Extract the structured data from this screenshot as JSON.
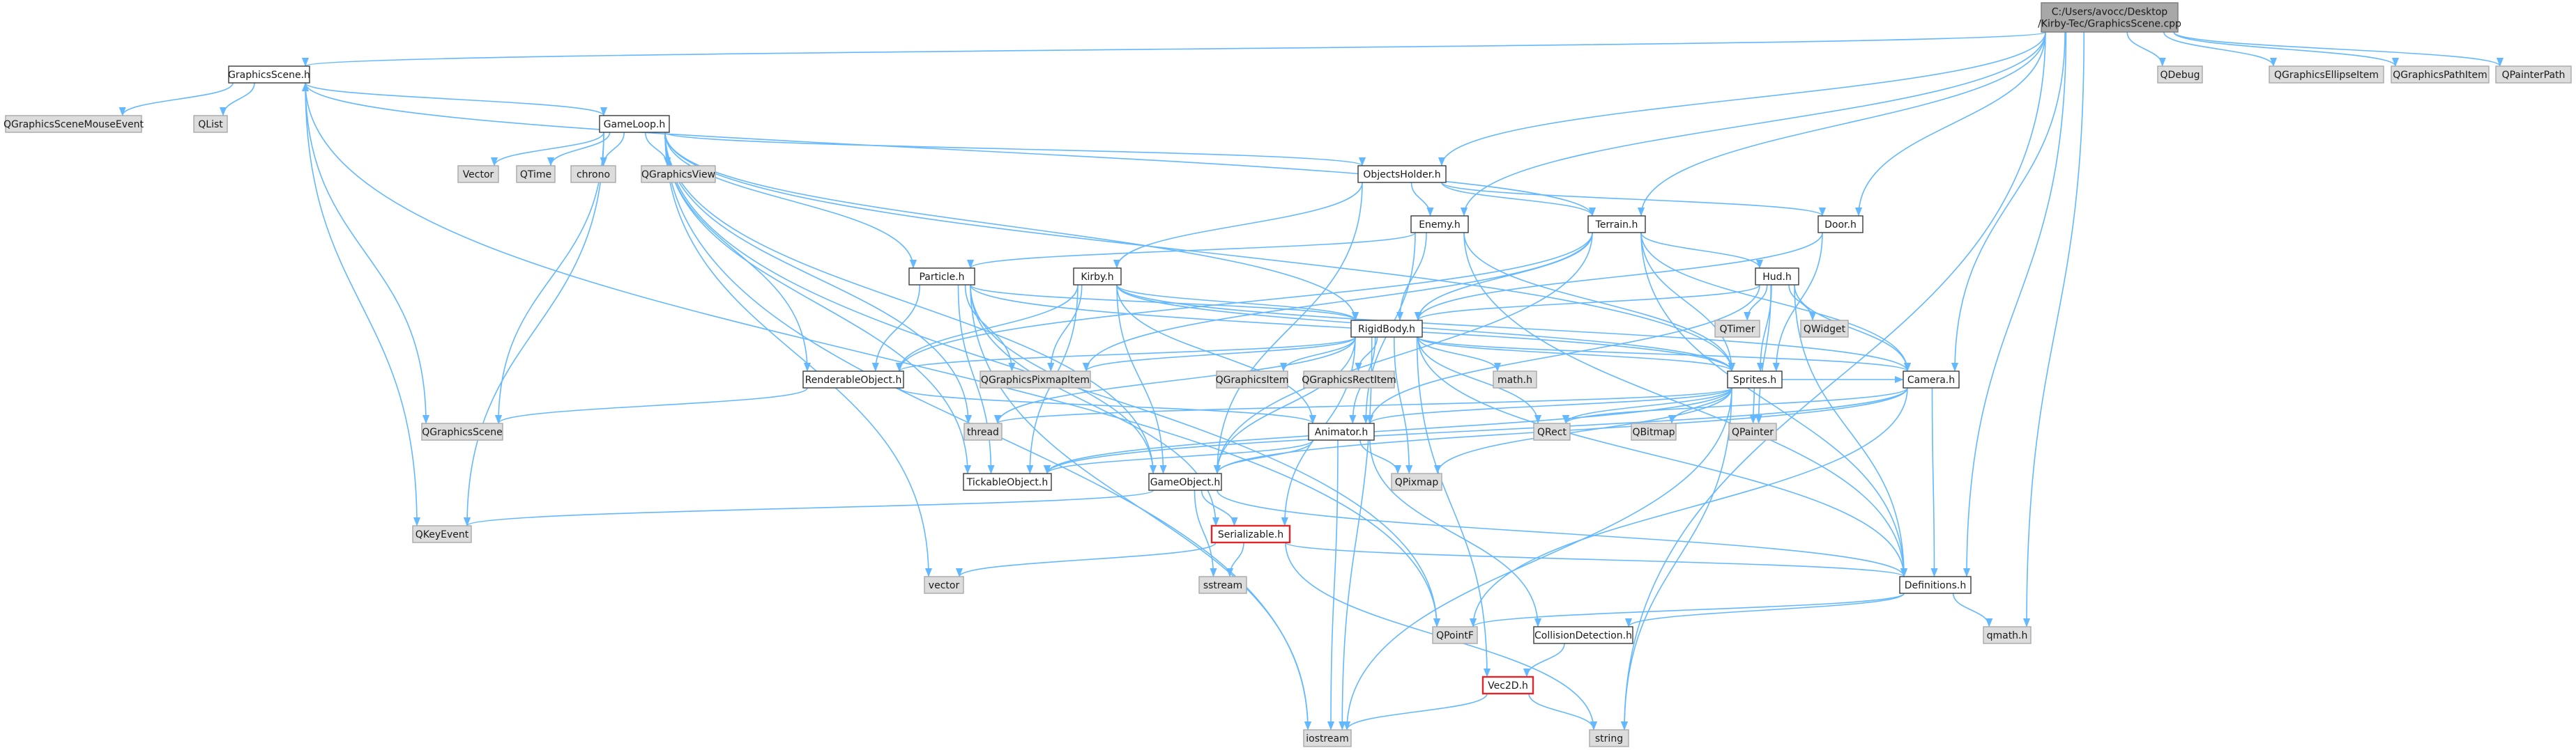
{
  "graph": {
    "colors": {
      "edge": "#63b8ff",
      "node_border": "#3a3a3a",
      "external_fill": "#dcdcdc",
      "root_fill": "#a8a8a8",
      "highlight_border": "#e0262b"
    },
    "nodes": [
      {
        "id": "root",
        "lines": [
          "C:/Users/avocc/Desktop",
          "/Kirby-Tec/GraphicsScene.cpp"
        ],
        "kind": "root"
      },
      {
        "id": "graphicsscene_h",
        "lines": [
          "GraphicsScene.h"
        ],
        "kind": "user"
      },
      {
        "id": "qgraphicsscenemouseevent",
        "lines": [
          "QGraphicsSceneMouseEvent"
        ],
        "kind": "sys"
      },
      {
        "id": "qlist",
        "lines": [
          "QList"
        ],
        "kind": "sys"
      },
      {
        "id": "gameloop_h",
        "lines": [
          "GameLoop.h"
        ],
        "kind": "user"
      },
      {
        "id": "vector_cap",
        "lines": [
          "Vector"
        ],
        "kind": "sys"
      },
      {
        "id": "qtime",
        "lines": [
          "QTime"
        ],
        "kind": "sys"
      },
      {
        "id": "chrono",
        "lines": [
          "chrono"
        ],
        "kind": "sys"
      },
      {
        "id": "qgraphicsview",
        "lines": [
          "QGraphicsView"
        ],
        "kind": "sys"
      },
      {
        "id": "objectsholder_h",
        "lines": [
          "ObjectsHolder.h"
        ],
        "kind": "user"
      },
      {
        "id": "door_h",
        "lines": [
          "Door.h"
        ],
        "kind": "user"
      },
      {
        "id": "enemy_h",
        "lines": [
          "Enemy.h"
        ],
        "kind": "user"
      },
      {
        "id": "terrain_h",
        "lines": [
          "Terrain.h"
        ],
        "kind": "user"
      },
      {
        "id": "hud_h",
        "lines": [
          "Hud.h"
        ],
        "kind": "user"
      },
      {
        "id": "qtimer",
        "lines": [
          "QTimer"
        ],
        "kind": "sys"
      },
      {
        "id": "qwidget",
        "lines": [
          "QWidget"
        ],
        "kind": "sys"
      },
      {
        "id": "particle_h",
        "lines": [
          "Particle.h"
        ],
        "kind": "user"
      },
      {
        "id": "kirby_h",
        "lines": [
          "Kirby.h"
        ],
        "kind": "user"
      },
      {
        "id": "rigidbody_h",
        "lines": [
          "RigidBody.h"
        ],
        "kind": "user"
      },
      {
        "id": "renderableobject_h",
        "lines": [
          "RenderableObject.h"
        ],
        "kind": "user"
      },
      {
        "id": "qgraphicspixmapitem",
        "lines": [
          "QGraphicsPixmapItem"
        ],
        "kind": "sys"
      },
      {
        "id": "qgraphicsitem",
        "lines": [
          "QGraphicsItem"
        ],
        "kind": "sys"
      },
      {
        "id": "qgraphicsrectitem",
        "lines": [
          "QGraphicsRectItem"
        ],
        "kind": "sys"
      },
      {
        "id": "math_h",
        "lines": [
          "math.h"
        ],
        "kind": "sys"
      },
      {
        "id": "sprites_h",
        "lines": [
          "Sprites.h"
        ],
        "kind": "user"
      },
      {
        "id": "camera_h",
        "lines": [
          "Camera.h"
        ],
        "kind": "user"
      },
      {
        "id": "qgraphicsscene",
        "lines": [
          "QGraphicsScene"
        ],
        "kind": "sys"
      },
      {
        "id": "thread",
        "lines": [
          "thread"
        ],
        "kind": "sys"
      },
      {
        "id": "animator_h",
        "lines": [
          "Animator.h"
        ],
        "kind": "user"
      },
      {
        "id": "qrect",
        "lines": [
          "QRect"
        ],
        "kind": "sys"
      },
      {
        "id": "qbitmap",
        "lines": [
          "QBitmap"
        ],
        "kind": "sys"
      },
      {
        "id": "qpainter",
        "lines": [
          "QPainter"
        ],
        "kind": "sys"
      },
      {
        "id": "qpixmap",
        "lines": [
          "QPixmap"
        ],
        "kind": "sys"
      },
      {
        "id": "tickableobject_h",
        "lines": [
          "TickableObject.h"
        ],
        "kind": "user"
      },
      {
        "id": "gameobject_h",
        "lines": [
          "GameObject.h"
        ],
        "kind": "user"
      },
      {
        "id": "qkeyevent",
        "lines": [
          "QKeyEvent"
        ],
        "kind": "sys"
      },
      {
        "id": "serializable_h",
        "lines": [
          "Serializable.h"
        ],
        "kind": "hl"
      },
      {
        "id": "vector_low",
        "lines": [
          "vector"
        ],
        "kind": "sys"
      },
      {
        "id": "sstream",
        "lines": [
          "sstream"
        ],
        "kind": "sys"
      },
      {
        "id": "definitions_h",
        "lines": [
          "Definitions.h"
        ],
        "kind": "user"
      },
      {
        "id": "qpointf",
        "lines": [
          "QPointF"
        ],
        "kind": "sys"
      },
      {
        "id": "collisiondetection_h",
        "lines": [
          "CollisionDetection.h"
        ],
        "kind": "user"
      },
      {
        "id": "qmath_h",
        "lines": [
          "qmath.h"
        ],
        "kind": "sys"
      },
      {
        "id": "vec2d_h",
        "lines": [
          "Vec2D.h"
        ],
        "kind": "hl"
      },
      {
        "id": "iostream",
        "lines": [
          "iostream"
        ],
        "kind": "sys"
      },
      {
        "id": "string",
        "lines": [
          "string"
        ],
        "kind": "sys"
      },
      {
        "id": "qdebug",
        "lines": [
          "QDebug"
        ],
        "kind": "sys"
      },
      {
        "id": "qgraphicsellipseitem",
        "lines": [
          "QGraphicsEllipseItem"
        ],
        "kind": "sys"
      },
      {
        "id": "qgraphicspathitem",
        "lines": [
          "QGraphicsPathItem"
        ],
        "kind": "sys"
      },
      {
        "id": "qpainterpath",
        "lines": [
          "QPainterPath"
        ],
        "kind": "sys"
      }
    ],
    "edges": [
      [
        "root",
        "graphicsscene_h"
      ],
      [
        "root",
        "objectsholder_h"
      ],
      [
        "root",
        "enemy_h"
      ],
      [
        "root",
        "terrain_h"
      ],
      [
        "root",
        "door_h"
      ],
      [
        "root",
        "camera_h"
      ],
      [
        "root",
        "definitions_h"
      ],
      [
        "root",
        "qmath_h"
      ],
      [
        "root",
        "string"
      ],
      [
        "root",
        "qdebug"
      ],
      [
        "root",
        "qgraphicsellipseitem"
      ],
      [
        "root",
        "qgraphicspathitem"
      ],
      [
        "root",
        "qpainterpath"
      ],
      [
        "graphicsscene_h",
        "qgraphicsscenemouseevent"
      ],
      [
        "graphicsscene_h",
        "qlist"
      ],
      [
        "graphicsscene_h",
        "gameloop_h"
      ],
      [
        "graphicsscene_h",
        "qgraphicsscene"
      ],
      [
        "graphicsscene_h",
        "qkeyevent"
      ],
      [
        "graphicsscene_h",
        "qpointf"
      ],
      [
        "gameloop_h",
        "vector_cap"
      ],
      [
        "gameloop_h",
        "qtime"
      ],
      [
        "gameloop_h",
        "chrono"
      ],
      [
        "gameloop_h",
        "qgraphicsview"
      ],
      [
        "gameloop_h",
        "objectsholder_h"
      ],
      [
        "gameloop_h",
        "particle_h"
      ],
      [
        "gameloop_h",
        "rigidbody_h"
      ],
      [
        "gameloop_h",
        "renderableobject_h"
      ],
      [
        "gameloop_h",
        "qgraphicsscene"
      ],
      [
        "gameloop_h",
        "qkeyevent"
      ],
      [
        "gameloop_h",
        "vector_low"
      ],
      [
        "gameloop_h",
        "iostream"
      ],
      [
        "gameloop_h",
        "tickableobject_h"
      ],
      [
        "gameloop_h",
        "gameobject_h"
      ],
      [
        "gameloop_h",
        "sprites_h"
      ],
      [
        "gameloop_h",
        "thread"
      ],
      [
        "gameloop_h",
        "qpointf"
      ],
      [
        "objectsholder_h",
        "enemy_h"
      ],
      [
        "objectsholder_h",
        "terrain_h"
      ],
      [
        "objectsholder_h",
        "kirby_h"
      ],
      [
        "objectsholder_h",
        "door_h"
      ],
      [
        "objectsholder_h",
        "gameobject_h"
      ],
      [
        "terrain_h",
        "graphicsscene_h"
      ],
      [
        "terrain_h",
        "rigidbody_h"
      ],
      [
        "terrain_h",
        "hud_h"
      ],
      [
        "terrain_h",
        "sprites_h"
      ],
      [
        "terrain_h",
        "definitions_h"
      ],
      [
        "terrain_h",
        "renderableobject_h"
      ],
      [
        "terrain_h",
        "qgraphicspixmapitem"
      ],
      [
        "terrain_h",
        "gameobject_h"
      ],
      [
        "terrain_h",
        "camera_h"
      ],
      [
        "door_h",
        "rigidbody_h"
      ],
      [
        "door_h",
        "sprites_h"
      ],
      [
        "enemy_h",
        "particle_h"
      ],
      [
        "enemy_h",
        "rigidbody_h"
      ],
      [
        "enemy_h",
        "sprites_h"
      ],
      [
        "enemy_h",
        "animator_h"
      ],
      [
        "enemy_h",
        "definitions_h"
      ],
      [
        "hud_h",
        "qtimer"
      ],
      [
        "hud_h",
        "qwidget"
      ],
      [
        "hud_h",
        "rigidbody_h"
      ],
      [
        "hud_h",
        "sprites_h"
      ],
      [
        "hud_h",
        "camera_h"
      ],
      [
        "hud_h",
        "qpainter"
      ],
      [
        "hud_h",
        "definitions_h"
      ],
      [
        "hud_h",
        "animator_h"
      ],
      [
        "particle_h",
        "renderableobject_h"
      ],
      [
        "particle_h",
        "qgraphicspixmapitem"
      ],
      [
        "particle_h",
        "rigidbody_h"
      ],
      [
        "particle_h",
        "tickableobject_h"
      ],
      [
        "particle_h",
        "gameobject_h"
      ],
      [
        "particle_h",
        "iostream"
      ],
      [
        "particle_h",
        "serializable_h"
      ],
      [
        "particle_h",
        "sprites_h"
      ],
      [
        "kirby_h",
        "rigidbody_h"
      ],
      [
        "kirby_h",
        "renderableobject_h"
      ],
      [
        "kirby_h",
        "qgraphicspixmapitem"
      ],
      [
        "kirby_h",
        "sprites_h"
      ],
      [
        "kirby_h",
        "animator_h"
      ],
      [
        "kirby_h",
        "tickableobject_h"
      ],
      [
        "kirby_h",
        "gameobject_h"
      ],
      [
        "kirby_h",
        "camera_h"
      ],
      [
        "rigidbody_h",
        "renderableobject_h"
      ],
      [
        "rigidbody_h",
        "qgraphicspixmapitem"
      ],
      [
        "rigidbody_h",
        "qgraphicsitem"
      ],
      [
        "rigidbody_h",
        "qgraphicsrectitem"
      ],
      [
        "rigidbody_h",
        "math_h"
      ],
      [
        "rigidbody_h",
        "sprites_h"
      ],
      [
        "rigidbody_h",
        "camera_h"
      ],
      [
        "rigidbody_h",
        "animator_h"
      ],
      [
        "rigidbody_h",
        "gameobject_h"
      ],
      [
        "rigidbody_h",
        "qpixmap"
      ],
      [
        "rigidbody_h",
        "vec2d_h"
      ],
      [
        "rigidbody_h",
        "serializable_h"
      ],
      [
        "rigidbody_h",
        "definitions_h"
      ],
      [
        "rigidbody_h",
        "qrect"
      ],
      [
        "rigidbody_h",
        "iostream"
      ],
      [
        "rigidbody_h",
        "thread"
      ],
      [
        "renderableobject_h",
        "qgraphicsscene"
      ],
      [
        "renderableobject_h",
        "animator_h"
      ],
      [
        "sprites_h",
        "qrect"
      ],
      [
        "sprites_h",
        "qbitmap"
      ],
      [
        "sprites_h",
        "qpainter"
      ],
      [
        "sprites_h",
        "qpixmap"
      ],
      [
        "sprites_h",
        "iostream"
      ],
      [
        "sprites_h",
        "string"
      ],
      [
        "sprites_h",
        "animator_h"
      ],
      [
        "sprites_h",
        "thread"
      ],
      [
        "sprites_h",
        "tickableobject_h"
      ],
      [
        "sprites_h",
        "camera_h"
      ],
      [
        "camera_h",
        "qrect"
      ],
      [
        "camera_h",
        "definitions_h"
      ],
      [
        "camera_h",
        "gameobject_h"
      ],
      [
        "camera_h",
        "qpointf"
      ],
      [
        "camera_h",
        "tickableobject_h"
      ],
      [
        "animator_h",
        "qpixmap"
      ],
      [
        "animator_h",
        "gameobject_h"
      ],
      [
        "animator_h",
        "tickableobject_h"
      ],
      [
        "animator_h",
        "collisiondetection_h"
      ],
      [
        "animator_h",
        "iostream"
      ],
      [
        "gameobject_h",
        "qkeyevent"
      ],
      [
        "gameobject_h",
        "serializable_h"
      ],
      [
        "gameobject_h",
        "sstream"
      ],
      [
        "gameobject_h",
        "definitions_h"
      ],
      [
        "serializable_h",
        "vector_low"
      ],
      [
        "serializable_h",
        "sstream"
      ],
      [
        "serializable_h",
        "string"
      ],
      [
        "serializable_h",
        "definitions_h"
      ],
      [
        "definitions_h",
        "qpointf"
      ],
      [
        "definitions_h",
        "collisiondetection_h"
      ],
      [
        "definitions_h",
        "qmath_h"
      ],
      [
        "collisiondetection_h",
        "vec2d_h"
      ],
      [
        "vec2d_h",
        "iostream"
      ],
      [
        "vec2d_h",
        "string"
      ]
    ]
  }
}
